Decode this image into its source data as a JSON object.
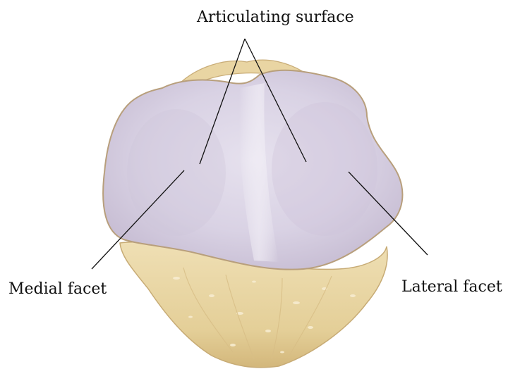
{
  "labels": {
    "articulating_surface": "Articulating surface",
    "medial_facet": "Medial facet",
    "lateral_facet": "Lateral facet"
  },
  "colors": {
    "cartilage": "#d9d3e3",
    "bone": "#e8d6a6",
    "bone_shadow": "#c9ae72",
    "outline": "#b39a76",
    "leader_line": "#111111"
  }
}
